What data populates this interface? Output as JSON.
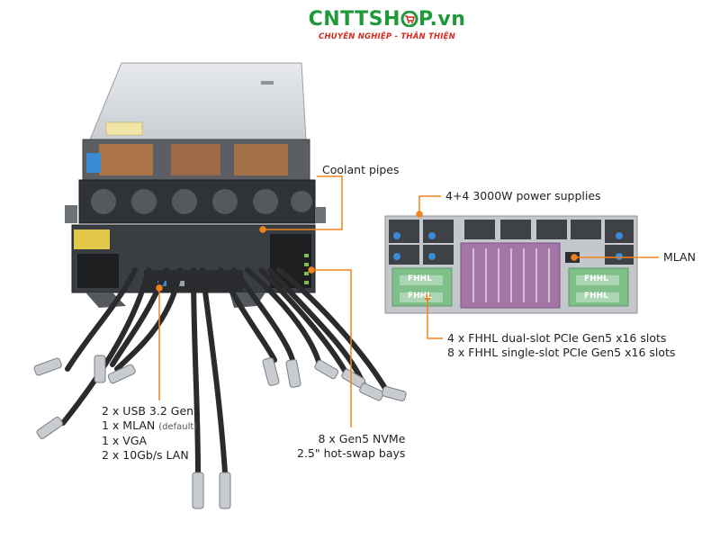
{
  "logo": {
    "brand_green": "CNTTSH",
    "brand_tail": "P.vn",
    "tagline": "CHUYÊN NGHIỆP - THÂN THIỆN",
    "colors": {
      "green": "#1f9a3a",
      "red": "#d42a1f"
    }
  },
  "callouts": {
    "coolant": "Coolant pipes",
    "power": "4+4 3000W power supplies",
    "mlan": "MLAN",
    "pcie": {
      "line1": "4 x FHHL dual-slot PCIe Gen5 x16 slots",
      "line2": "8 x FHHL single-slot PCIe Gen5 x16 slots"
    },
    "io": {
      "line1": "2 x USB 3.2 Gen1",
      "line2": "1 x MLAN",
      "line2_note": "(default)",
      "line3": "1 x VGA",
      "line4": "2 x 10Gb/s LAN"
    },
    "nvme": {
      "line1": "8 x Gen5 NVMe",
      "line2": "2.5\" hot-swap bays"
    }
  },
  "rear_panel": {
    "slot_label": "FHHL"
  },
  "colors": {
    "callout_line": "#f0841c",
    "chassis": "#b9bec4",
    "pcie_green": "#7fbf8a",
    "pcie_purple": "#a476a8"
  }
}
